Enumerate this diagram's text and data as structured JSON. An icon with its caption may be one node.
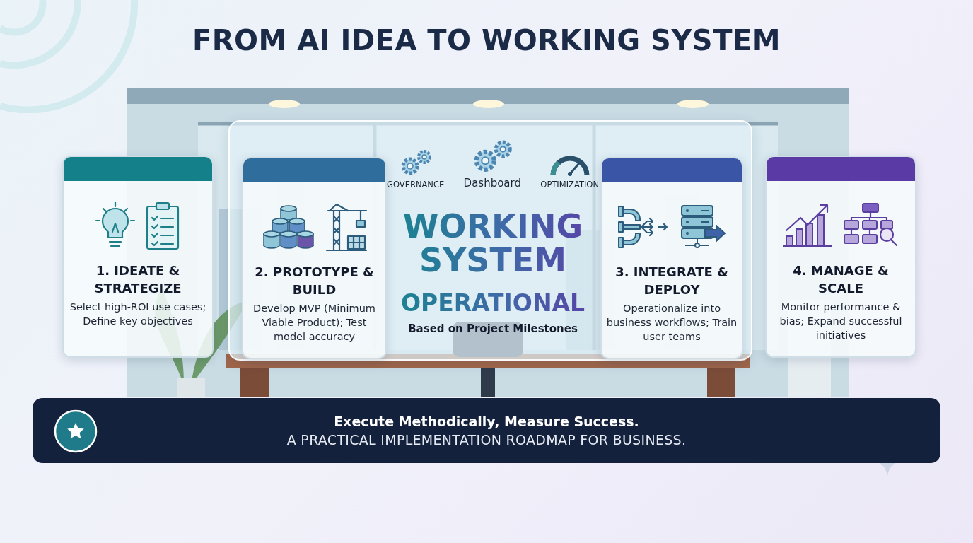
{
  "diagram": {
    "title": "FROM AI IDEA TO WORKING SYSTEM",
    "nodes": [
      {
        "text": [
          "1. IDEATE & STRATEGIZE",
          "Select high-ROI use cases; Define key objectives"
        ]
      },
      {
        "text": [
          "GOVERNANCE",
          "Dashboard",
          "OPTIMIZATION",
          "WORKING SYSTEM",
          "OPERATIONAL",
          "Based on Project Milestones"
        ]
      },
      {
        "text": [
          "2. PROTOTYPE & BUILD",
          "Develop MVP (Minimum Viable Product); Test model accuracy"
        ],
        "in": 1
      },
      {
        "text": [
          "3. INTEGRATE & DEPLOY",
          "Operationalize into business workflows; Train user teams"
        ],
        "in": 1
      },
      {
        "text": [
          "4. MANAGE & SCALE",
          "Monitor performance & bias; Expand successful initiatives"
        ]
      },
      {
        "text": [
          "Execute Methodically, Measure Success.",
          "A PRACTICAL IMPLEMENTATION ROADMAP FOR BUSINESS."
        ]
      }
    ]
  }
}
